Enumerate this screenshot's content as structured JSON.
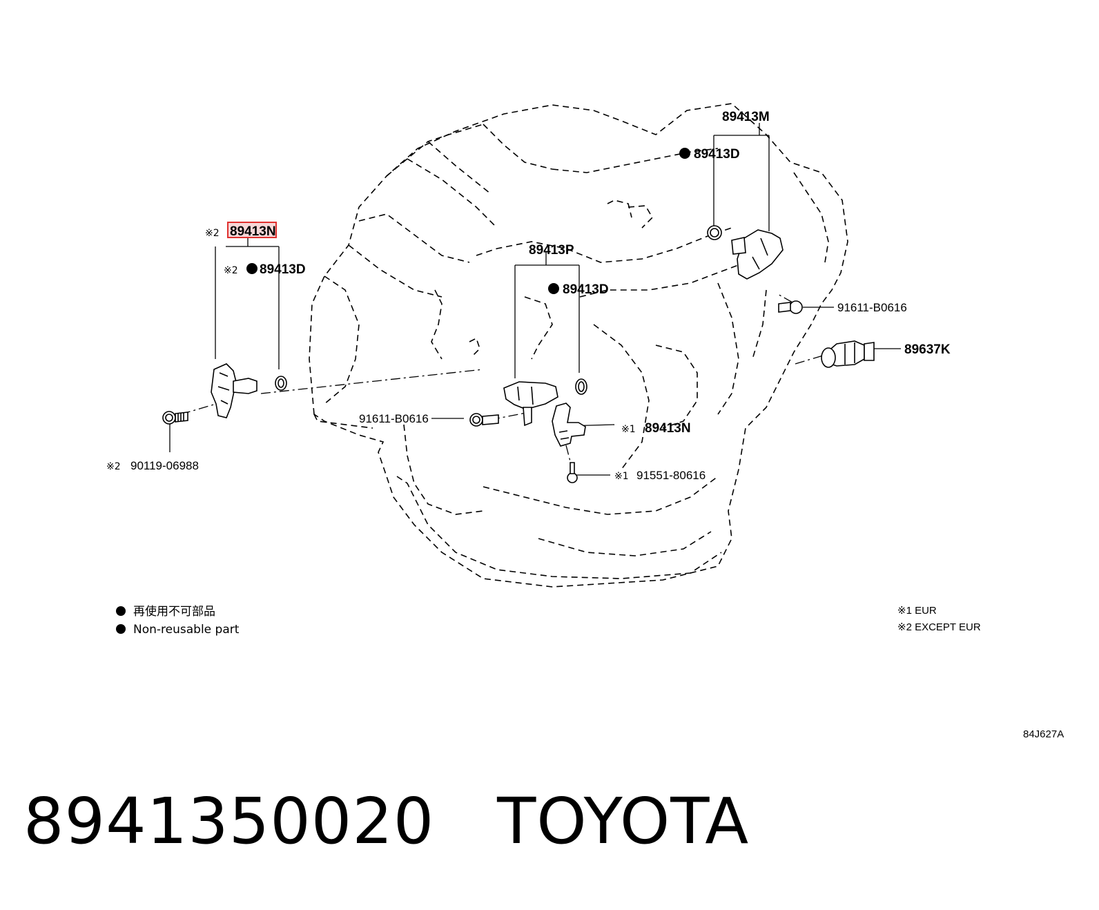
{
  "labels": {
    "p_89413M": "89413M",
    "p_89413D_a": "89413D",
    "p_89413N_hl": "89413N",
    "p_89413D_b": "89413D",
    "p_89413P": "89413P",
    "p_89413D_c": "89413D",
    "p_91611_right": "91611-B0616",
    "p_89637K": "89637K",
    "p_91611_mid": "91611-B0616",
    "p_89413N_eur": "89413N",
    "p_91551": "91551-80616",
    "p_90119": "90119-06988"
  },
  "marks": {
    "note1": "※1",
    "note2": "※2"
  },
  "legend": {
    "line_jp": "再使用不可部品",
    "line_en": "Non-reusable part"
  },
  "notes": {
    "n1": "※1 EUR",
    "n2": "※2 EXCEPT EUR"
  },
  "figure_code": "84J627A",
  "footer": {
    "part_number": "8941350020",
    "brand": "TOYOTA"
  },
  "highlight_color": "#e0312f"
}
